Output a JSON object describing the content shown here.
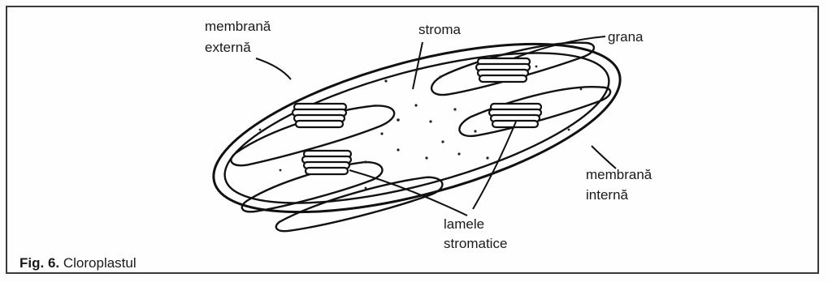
{
  "labels": {
    "outer_membrane": [
      "membrană",
      "externă"
    ],
    "stroma": "stroma",
    "grana": "grana",
    "inner_membrane": [
      "membrană",
      "internă"
    ],
    "lamellae": [
      "lamele",
      "stromatice"
    ]
  },
  "caption": {
    "number": "Fig. 6.",
    "title": "Cloroplastul"
  }
}
